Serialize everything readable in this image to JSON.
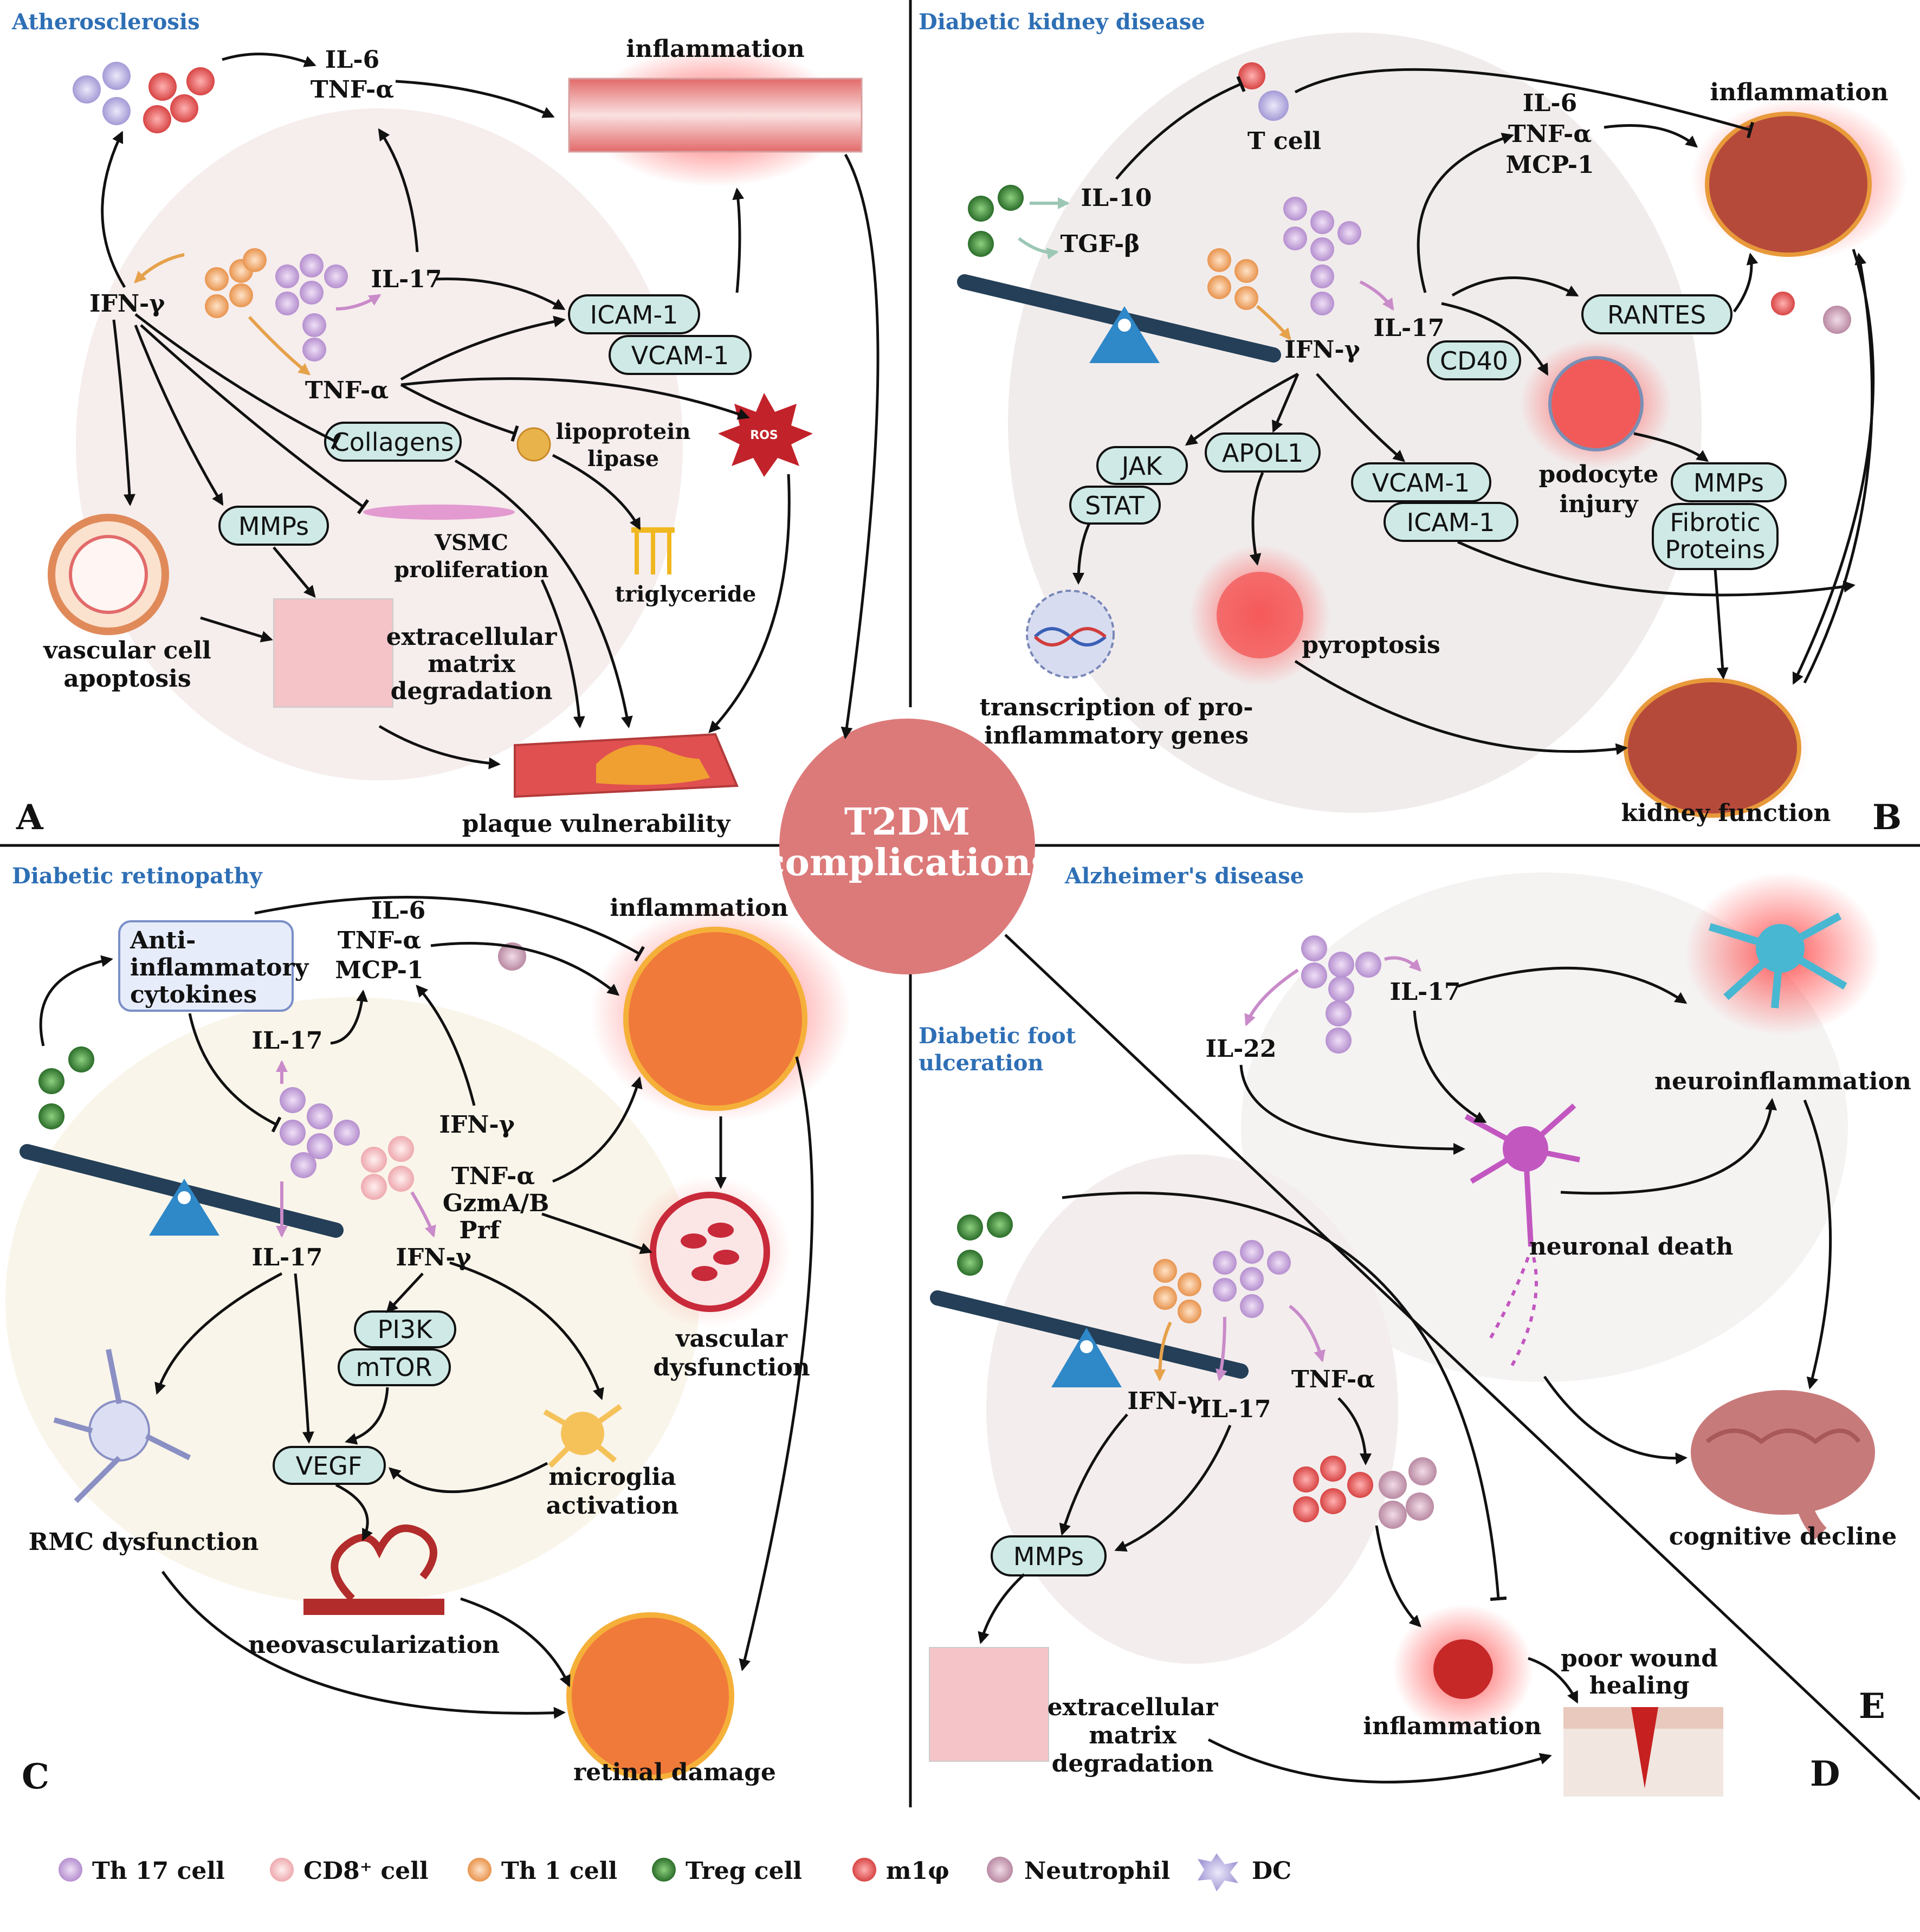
{
  "center": {
    "line1": "T2DM",
    "line2": "complications"
  },
  "panels": {
    "A": {
      "letter": "A",
      "title": "Atherosclerosis",
      "cyto1": "IL-6",
      "cyto2": "TNF-α",
      "inflammation": "inflammation",
      "ifng": "IFN-γ",
      "il17": "IL-17",
      "tnfa": "TNF-α",
      "icam": "ICAM-1",
      "vcam": "VCAM-1",
      "collagens": "Collagens",
      "lipo1": "lipoprotein",
      "lipo2": "lipase",
      "ros": "ROS",
      "mmps": "MMPs",
      "vsmc1": "VSMC",
      "vsmc2": "proliferation",
      "trig": "triglyceride",
      "vca1": "vascular cell",
      "vca2": "apoptosis",
      "ecm1": "extracellular",
      "ecm2": "matrix",
      "ecm3": "degradation",
      "plaque": "plaque vulnerability"
    },
    "B": {
      "letter": "B",
      "title": "Diabetic kidney disease",
      "tcell": "T cell",
      "il10": "IL-10",
      "tgfb": "TGF-β",
      "il6": "IL-6",
      "tnfa": "TNF-α",
      "mcp1": "MCP-1",
      "inflammation": "inflammation",
      "ifng": "IFN-γ",
      "il17": "IL-17",
      "rantes": "RANTES",
      "cd40": "CD40",
      "jak": "JAK",
      "stat": "STAT",
      "apol1": "APOL1",
      "vcam": "VCAM-1",
      "icam": "ICAM-1",
      "pod1": "podocyte",
      "pod2": "injury",
      "mmps": "MMPs",
      "fib1": "Fibrotic",
      "fib2": "Proteins",
      "trans1": "transcription of pro-",
      "trans2": "inflammatory genes",
      "pyro": "pyroptosis",
      "kidney": "kidney function"
    },
    "C": {
      "letter": "C",
      "title": "Diabetic retinopathy",
      "anti1": "Anti-",
      "anti2": "inflammatory",
      "anti3": "cytokines",
      "il6": "IL-6",
      "tnfa": "TNF-α",
      "mcp1": "MCP-1",
      "inflammation": "inflammation",
      "il17a": "IL-17",
      "ifng1": "IFN-γ",
      "tnfa2": "TNF-α",
      "gzm": "GzmA/B",
      "prf": "Prf",
      "il17b": "IL-17",
      "ifng2": "IFN-γ",
      "pi3k": "PI3K",
      "mtor": "mTOR",
      "vegf": "VEGF",
      "vasc1": "vascular",
      "vasc2": "dysfunction",
      "micro1": "microglia",
      "micro2": "activation",
      "rmc": "RMC dysfunction",
      "neo": "neovascularization",
      "retinal": "retinal damage"
    },
    "D": {
      "letter": "D",
      "title1": "Diabetic foot",
      "title2": "ulceration",
      "ifng": "IFN-γ",
      "il17": "IL-17",
      "tnfa": "TNF-α",
      "mmps": "MMPs",
      "ecm1": "extracellular",
      "ecm2": "matrix",
      "ecm3": "degradation",
      "inflammation": "inflammation",
      "poor1": "poor wound",
      "poor2": "healing"
    },
    "E": {
      "letter": "E",
      "title": "Alzheimer's disease",
      "il17": "IL-17",
      "il22": "IL-22",
      "neuroinf": "neuroinflammation",
      "neuronal": "neuronal death",
      "cog": "cognitive decline"
    }
  },
  "legend": [
    {
      "label": "Th 17 cell",
      "color": "#c9a6dc"
    },
    {
      "label": "CD8⁺ cell",
      "color": "#f3c2c6"
    },
    {
      "label": "Th 1 cell",
      "color": "#f2b27f"
    },
    {
      "label": "Treg  cell",
      "color": "#3f8a3a"
    },
    {
      "label": "m1φ",
      "color": "#e05b5b"
    },
    {
      "label": "Neutrophil",
      "color": "#c9a0b4"
    },
    {
      "label": "DC",
      "color": "#b9b2de"
    }
  ]
}
